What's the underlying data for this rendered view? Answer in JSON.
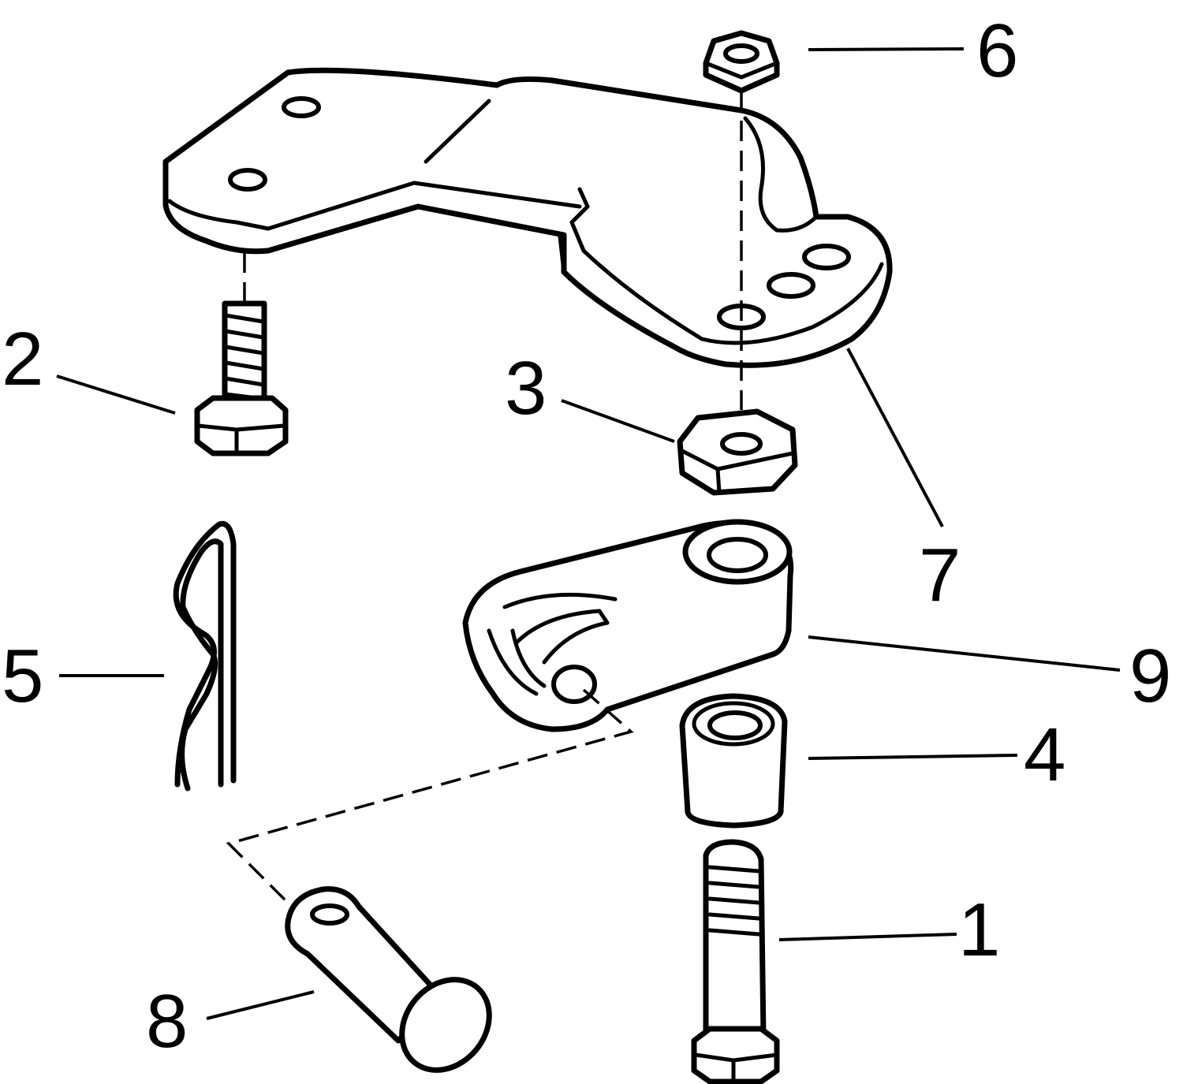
{
  "colors": {
    "ink": "#000000",
    "paper": "#ffffff"
  },
  "callouts": [
    "1",
    "2",
    "3",
    "4",
    "5",
    "6",
    "7",
    "8",
    "9"
  ]
}
